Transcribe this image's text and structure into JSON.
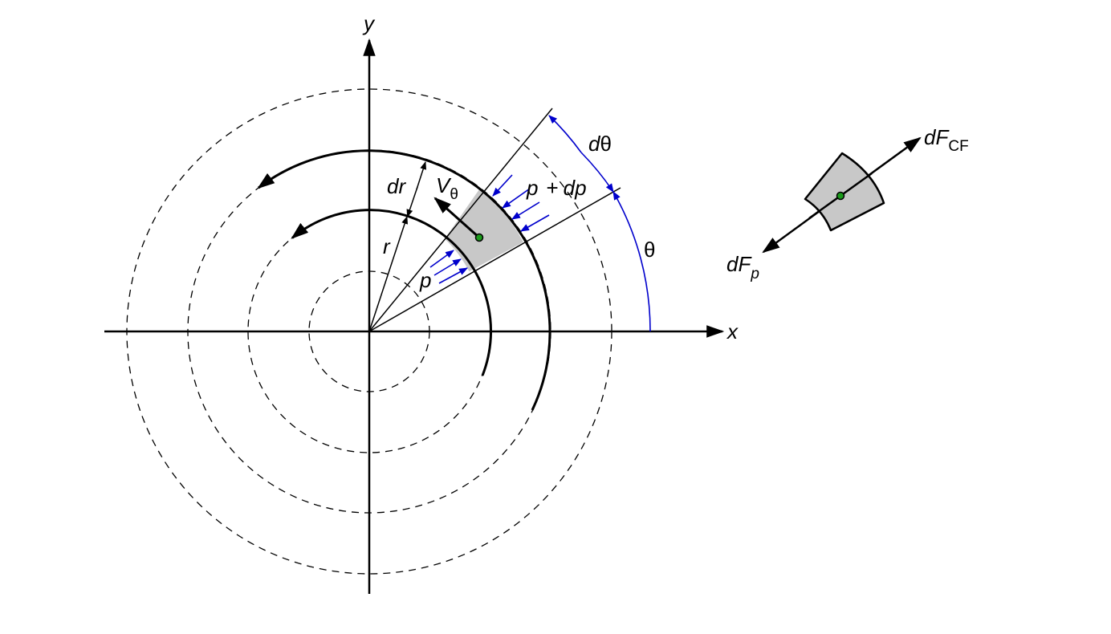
{
  "labels": {
    "axis_x": "x",
    "axis_y": "y",
    "dr": "dr",
    "r": "r",
    "v_main": "V",
    "v_sub": "θ",
    "p_inner": "p",
    "p_outer_p": "p",
    "p_outer_plus": "+",
    "p_outer_dp": "dp",
    "d_theta_d": "d",
    "d_theta_theta": "θ",
    "theta": "θ",
    "dfcf_main": "dF",
    "dfcf_sub": "CF",
    "dfp_main": "dF",
    "dfp_sub": "p"
  },
  "colors": {
    "line": "#000000",
    "pressure_arrow": "#0000cc",
    "angle_arc": "#0000cc",
    "element_fill": "#c8c8c8",
    "centroid": "#1a9a1a"
  }
}
